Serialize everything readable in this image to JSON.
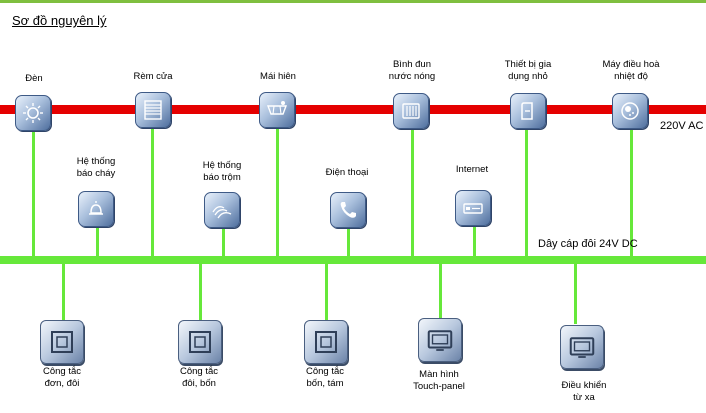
{
  "diagram": {
    "title": "Sơ đồ nguyên lý",
    "ac_bus_label": "220V AC",
    "dc_bus_label": "Dây cáp đôi 24V DC"
  },
  "top_devices": [
    {
      "label": "Đèn",
      "icon": "lamp-icon"
    },
    {
      "label": "Rèm cửa",
      "icon": "curtain-icon"
    },
    {
      "label": "Mái hiên",
      "icon": "awning-icon"
    },
    {
      "label": "Bình đun\nnước nóng",
      "icon": "water-heater-icon"
    },
    {
      "label": "Thiết bị gia\ndụng nhỏ",
      "icon": "appliance-icon"
    },
    {
      "label": "Máy điều hoà\nnhiệt độ",
      "icon": "air-conditioner-icon"
    }
  ],
  "middle_devices": [
    {
      "label": "Hệ thống\nbáo cháy",
      "icon": "fire-alarm-icon"
    },
    {
      "label": "Hệ thống\nbáo trộm",
      "icon": "burglar-alarm-icon"
    },
    {
      "label": "Điện thoại",
      "icon": "telephone-icon"
    },
    {
      "label": "Internet",
      "icon": "internet-icon"
    }
  ],
  "bottom_devices": [
    {
      "label": "Công tắc\nđơn, đôi",
      "icon": "switch-icon"
    },
    {
      "label": "Công tắc\nđôi, bốn",
      "icon": "switch-icon"
    },
    {
      "label": "Công tắc\nbốn, tám",
      "icon": "switch-icon"
    },
    {
      "label": "Màn hình\nTouch-panel",
      "icon": "touch-panel-icon"
    },
    {
      "label": "Điều khiển\ntừ xa",
      "icon": "remote-control-icon"
    }
  ],
  "colors": {
    "ac_bus": "#e50000",
    "dc_bus": "#66e83a",
    "icon_blue": "#4f6f9e"
  }
}
